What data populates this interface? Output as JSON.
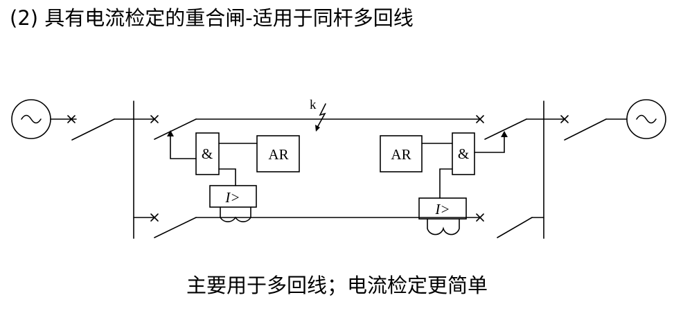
{
  "title": "(2) 具有电流检定的重合闸-适用于同杆多回线",
  "caption": "主要用于多回线；电流检定更简单",
  "diagram": {
    "fault_label": "k",
    "left_ar_label": "AR",
    "right_ar_label": "AR",
    "left_and_label": "&",
    "right_and_label": "&",
    "left_current_relay_label": "I>",
    "right_current_relay_label": "I>",
    "source_symbol": "~"
  }
}
